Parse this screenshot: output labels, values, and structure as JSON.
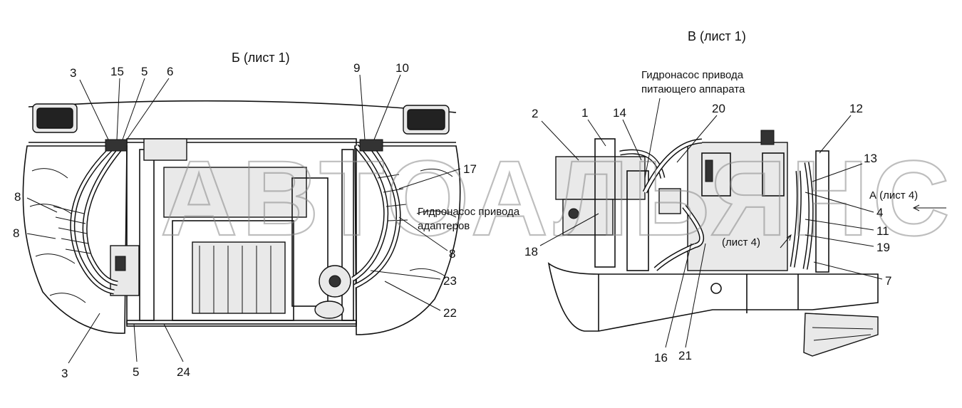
{
  "titles": {
    "view_b": "Б (лист 1)",
    "view_v": "В (лист 1)"
  },
  "notes": {
    "pump_feeder_line1": "Гидронасос привода",
    "pump_feeder_line2": "питающего аппарата",
    "pump_adapter_line1": "Гидронасос привода",
    "pump_adapter_line2": "адаптеров",
    "ref_list4": "(лист 4)",
    "view_a": "А (лист 4)"
  },
  "watermark": "АВТОАЛЬЯНС",
  "callouts_left": {
    "c3_top": "3",
    "c15": "15",
    "c5_top": "5",
    "c6": "6",
    "c9": "9",
    "c10": "10",
    "c17": "17",
    "c8_a": "8",
    "c8_b": "8",
    "c8_right": "8",
    "c23": "23",
    "c22": "22",
    "c3_bottom": "3",
    "c5_bottom": "5",
    "c24": "24"
  },
  "callouts_right": {
    "c2": "2",
    "c1": "1",
    "c14": "14",
    "c20": "20",
    "c12": "12",
    "c13": "13",
    "c4": "4",
    "c11": "11",
    "c19": "19",
    "c7": "7",
    "c18": "18",
    "c16": "16",
    "c21": "21"
  }
}
